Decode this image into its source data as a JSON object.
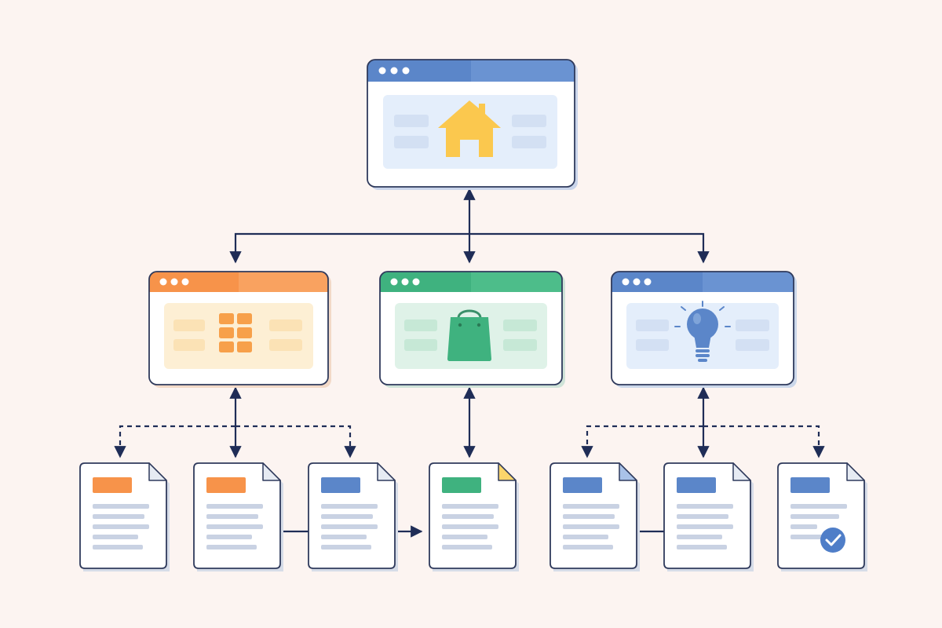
{
  "colors": {
    "background": "#fcf4f1",
    "connector": "#1f2d57",
    "window_border": "#2f3a5c",
    "placeholder": "#c9d2e3",
    "home_accent": "#5b86c9",
    "home_icon": "#fbc84e",
    "grid_accent": "#f7934a",
    "shop_accent": "#3fb27f",
    "idea_accent": "#5b86c9",
    "check_badge": "#4f7ec8"
  },
  "home_page": {
    "icon": "home-icon",
    "accent": "blue"
  },
  "sections": [
    {
      "id": "grid",
      "icon": "grid-icon",
      "accent": "orange"
    },
    {
      "id": "shop",
      "icon": "shopping-bag-icon",
      "accent": "green"
    },
    {
      "id": "idea",
      "icon": "lightbulb-icon",
      "accent": "blue"
    }
  ],
  "documents": [
    {
      "parent": "grid",
      "accent": "orange",
      "folded_corner": "plain"
    },
    {
      "parent": "grid",
      "accent": "orange",
      "folded_corner": "plain"
    },
    {
      "parent": "grid",
      "accent": "blue",
      "folded_corner": "plain"
    },
    {
      "parent": "shop",
      "accent": "green",
      "folded_corner": "yellow"
    },
    {
      "parent": "idea",
      "accent": "blue",
      "folded_corner": "blue"
    },
    {
      "parent": "idea",
      "accent": "blue",
      "folded_corner": "plain"
    },
    {
      "parent": "idea",
      "accent": "blue",
      "folded_corner": "plain",
      "badge": "check-icon"
    }
  ]
}
